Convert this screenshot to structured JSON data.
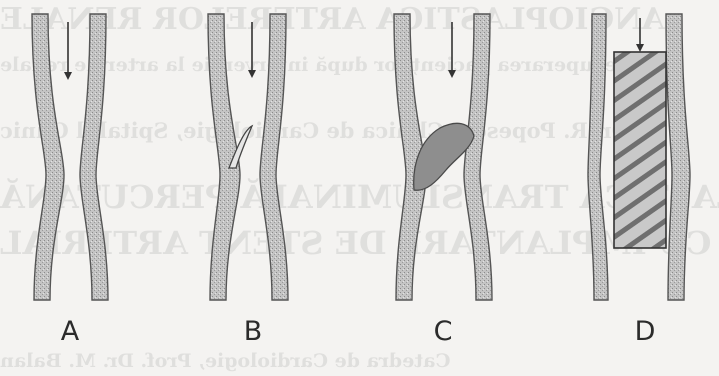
{
  "panels": [
    {
      "label": "A"
    },
    {
      "label": "B"
    },
    {
      "label": "C"
    },
    {
      "label": "D"
    }
  ],
  "bleed_through": [
    "ANGIOPLASTICA ARTERELOR RENALE",
    "Recuperarea pacienților după intervenție la arterele renale",
    "Dr. R. Popescu, Clinica de Cardiologie, Spitalul Clinic",
    "ANGIOPLASTICA TRANSLUMINALĂ PERCUTANĂ",
    "CU IMPLANTARE DE STENT ARTERIAL",
    "Catedra de Cardiologie, Prof. Dr. M. Balan"
  ],
  "colors": {
    "paper": "#f4f3f1",
    "ink": "#2b2b2b",
    "wall": "#bdbdbd",
    "plaque": "#8e8e8e"
  }
}
